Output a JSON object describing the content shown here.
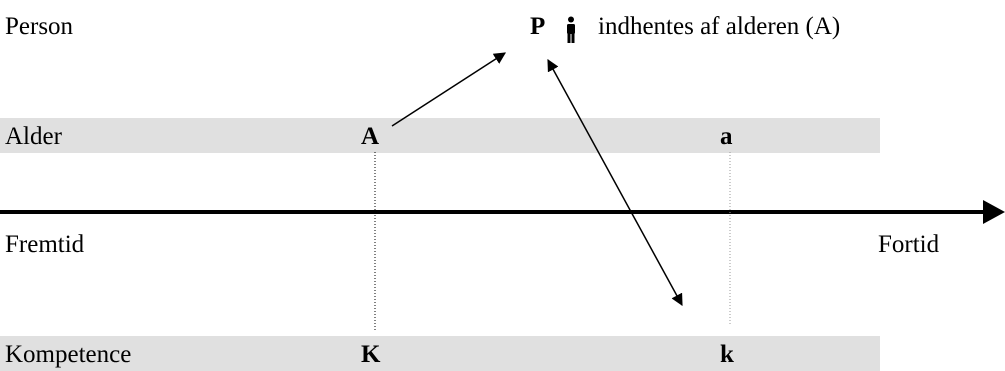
{
  "rows": {
    "person": "Person",
    "alder": "Alder",
    "fremtid": "Fremtid",
    "fortid": "Fortid",
    "kompetence": "Kompetence"
  },
  "marks": {
    "P": "P",
    "A": "A",
    "a": "a",
    "K": "K",
    "k": "k"
  },
  "note": "indhentes af alderen (A)",
  "icons": {
    "person": "person-icon"
  },
  "colors": {
    "band": "#e0e0e0",
    "ink": "#000000"
  }
}
